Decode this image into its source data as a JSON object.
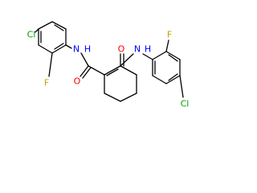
{
  "molecule": {
    "atom_labels": {
      "cl_left": "Cl",
      "f_left": "F",
      "n_left": "N",
      "h_left": "H",
      "o_left": "O",
      "o_right": "O",
      "n_right": "N",
      "h_right": "H",
      "f_right": "F",
      "cl_right": "Cl"
    },
    "colors": {
      "bond": "#000000",
      "chlorine": "#00a000",
      "fluorine": "#c8a000",
      "nitrogen": "#0000ff",
      "oxygen": "#ff0000"
    }
  }
}
